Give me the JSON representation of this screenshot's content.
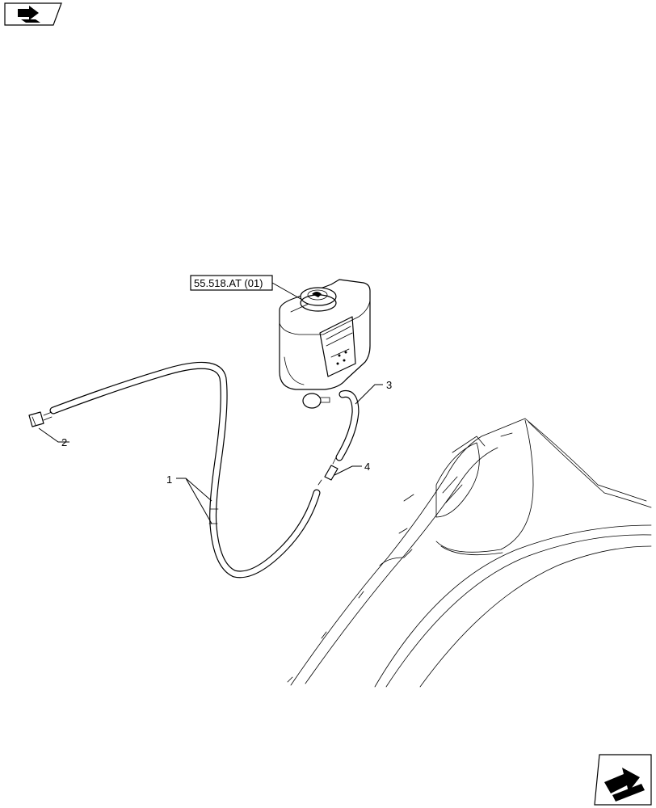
{
  "reference_label": "55.518.AT (01)",
  "callouts": [
    {
      "id": "1",
      "text": "1"
    },
    {
      "id": "2",
      "text": "2"
    },
    {
      "id": "3",
      "text": "3"
    },
    {
      "id": "4",
      "text": "4"
    }
  ],
  "icons": {
    "top_left": "book-arrow-icon",
    "bottom_right": "next-page-arrow-icon"
  }
}
